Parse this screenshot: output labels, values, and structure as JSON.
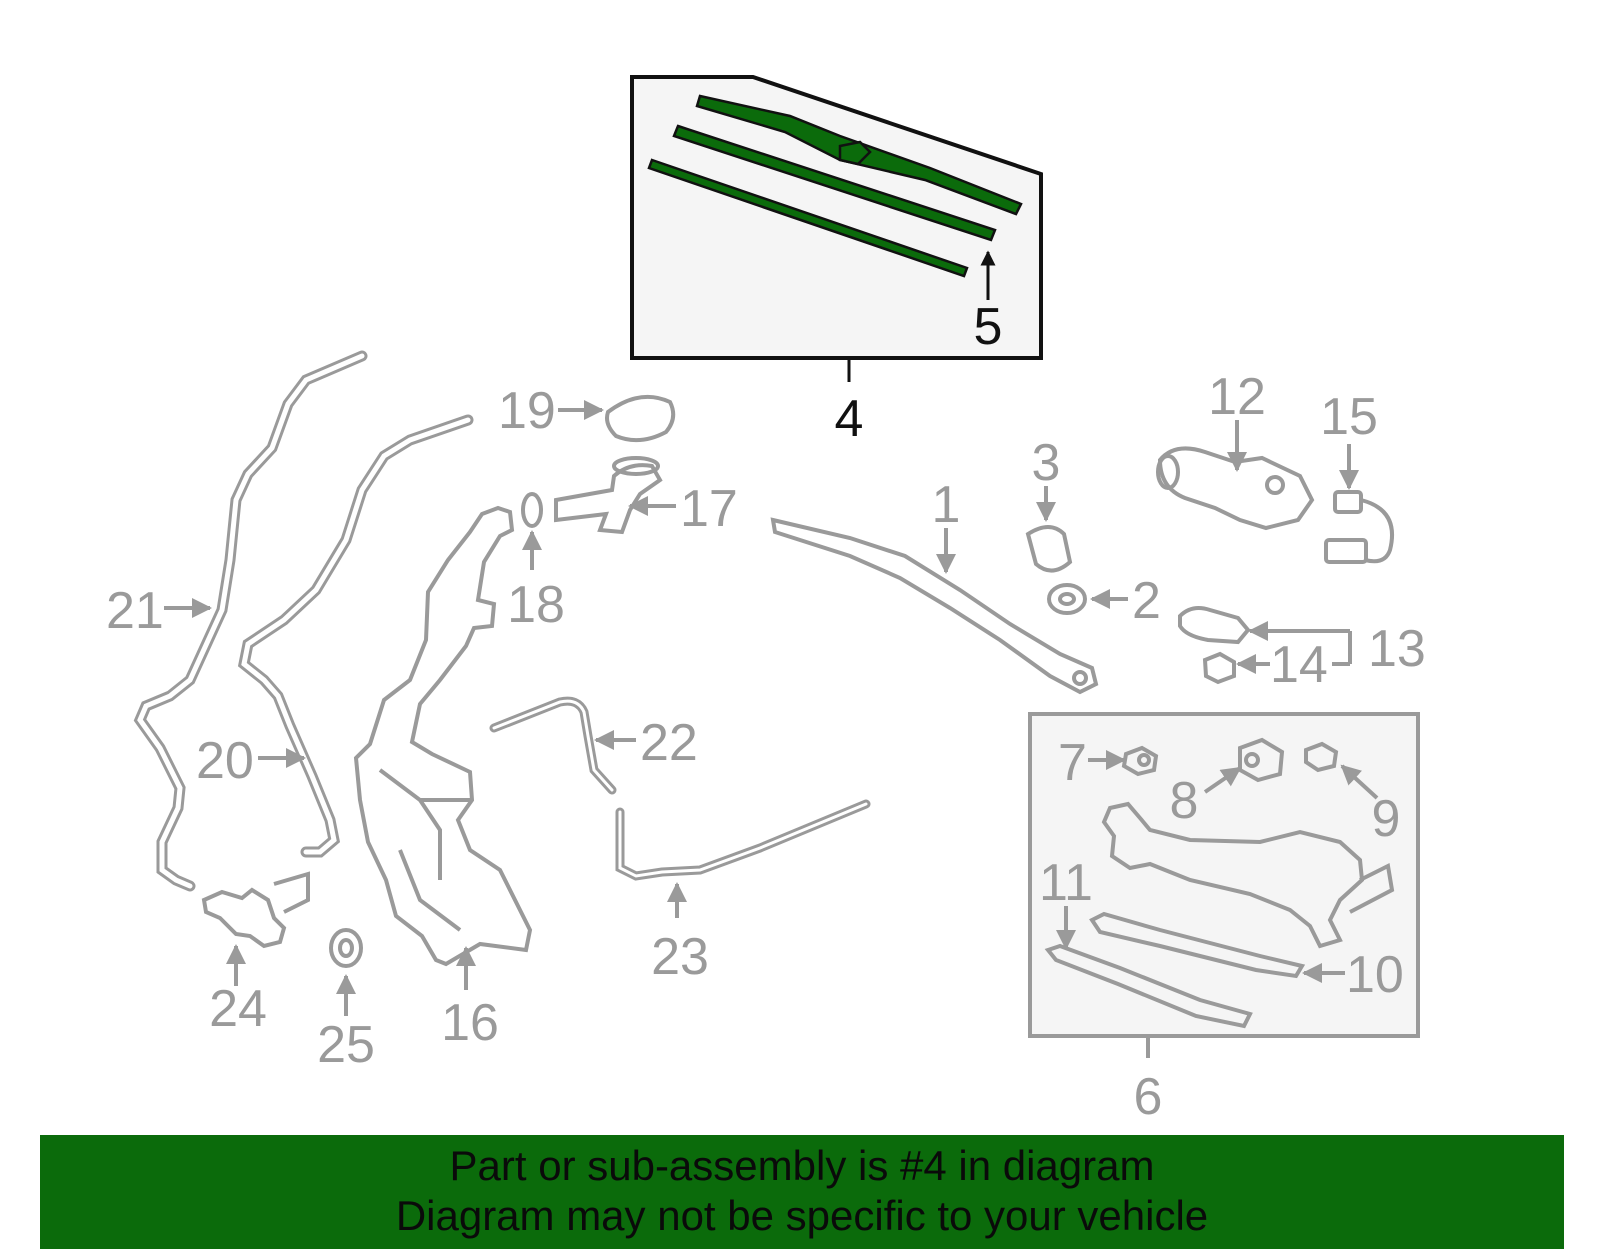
{
  "diagram": {
    "callouts": {
      "c1": "1",
      "c2": "2",
      "c3": "3",
      "c4": "4",
      "c5": "5",
      "c6": "6",
      "c7": "7",
      "c8": "8",
      "c9": "9",
      "c10": "10",
      "c11": "11",
      "c12": "12",
      "c13": "13",
      "c14": "14",
      "c15": "15",
      "c16": "16",
      "c17": "17",
      "c18": "18",
      "c19": "19",
      "c20": "20",
      "c21": "21",
      "c22": "22",
      "c23": "23",
      "c24": "24",
      "c25": "25"
    },
    "highlight_color": "#0b6b0b",
    "part_color": "#9a9a9a"
  },
  "banner": {
    "line1": "Part or sub-assembly is #4 in diagram",
    "line2": "Diagram may not be specific to your vehicle"
  }
}
